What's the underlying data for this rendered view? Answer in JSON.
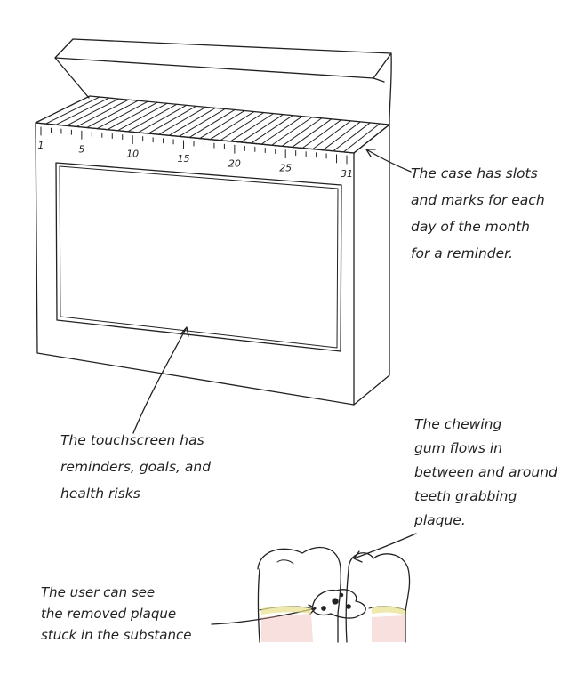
{
  "calendar": {
    "numbers": [
      "1",
      "5",
      "10",
      "15",
      "20",
      "25",
      "31"
    ]
  },
  "annotations": {
    "case_slots": [
      "The case has slots",
      "and marks for each",
      "day of the month",
      "for a reminder."
    ],
    "touchscreen": [
      "The touchscreen has",
      "reminders, goals, and",
      "health risks"
    ],
    "chewing_gum": [
      "The chewing",
      "gum flows in",
      "between and around",
      "teeth grabbing",
      "plaque."
    ],
    "user_view": [
      "The user can see",
      "the removed plaque",
      "stuck in the substance"
    ]
  },
  "colors": {
    "ink": "#222222",
    "plaque": "#e8e08a",
    "gum": "#e7a6a0"
  }
}
